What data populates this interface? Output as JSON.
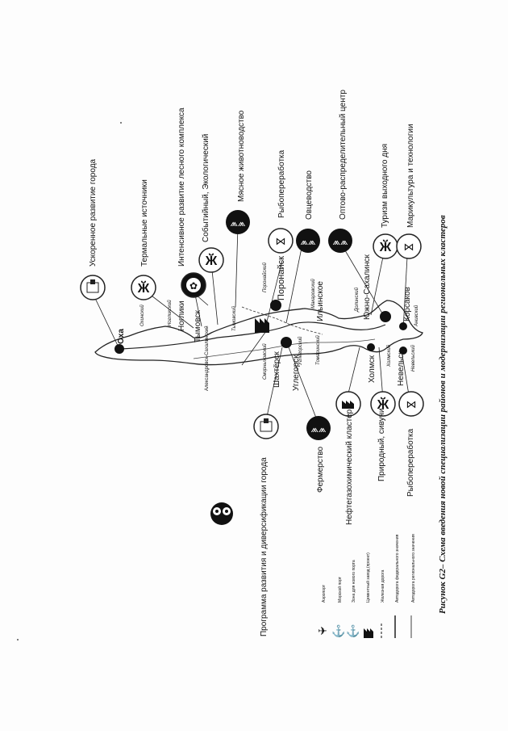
{
  "caption": "Рисунок G2– Схема введения новой специализации районов и модернизации региональных кластеров",
  "theme_labels": {
    "uskorennoe": "Ускоренное развитие города",
    "termalnye": "Термальные источники",
    "lesnoy": "Интенсивное развитие лесного комплекса",
    "sobytiyny": "Событийный, Экологический",
    "myasnoe": "Мясное животноводство",
    "ryboperer_top": "Рыбопереработка",
    "ovcevodstvo": "Овцеводство",
    "optovo": "Оптово-распределительный центр",
    "turizm": "Туризм выходного дня",
    "marikultura": "Марикультура и технологии",
    "programma": "Программа развития и диверсификации города",
    "fermerstvo": "Фермерство",
    "neftegaz": "Нефтегазохимический кластер",
    "prirodny": "Природный, сивучи",
    "ryboperer_bottom": "Рыбопереработка"
  },
  "cities": {
    "okha": "Оха",
    "nogliki": "Ноглики",
    "tymovsk": "Тымовск",
    "poronaysk": "Поронайск",
    "ilyinskoe": "Ильинское",
    "yuzhno": "Южно-Сахалинск",
    "korsakov": "Корсаков",
    "kholmsk": "Холмск",
    "nevelsk": "Невельск",
    "uglegorsk": "Углегорск",
    "shakhtersk": "Шахтёрск",
    "aleksandrovsk": "Александровск-Сахалинский"
  },
  "districts": {
    "okhinsky": "Охинский",
    "nogliksky": "Ногликский",
    "tymovsky": "Тымовский",
    "poronaysky": "Поронайский",
    "smirnykhovsky": "Смирныховский",
    "makarovsky": "Макаровский",
    "dolinsky": "Долинский",
    "aniva": "Анивский",
    "kholmsky": "Холмский",
    "nevelsky": "Невельский",
    "tomarinsky": "Томаринский",
    "uglegorsky": "Углегорский",
    "aleksandrovsky": "Александровск-Сахалинский"
  },
  "legend": {
    "airport": "Аэропорт",
    "seaport": "Морской порт",
    "new_port": "Зона для нового порта",
    "cement": "Цементный завод (проект)",
    "railway": "Железная дорога",
    "federal_road": "Автодорога федерального значения",
    "regional_road": "Автодорога регионального значения"
  }
}
